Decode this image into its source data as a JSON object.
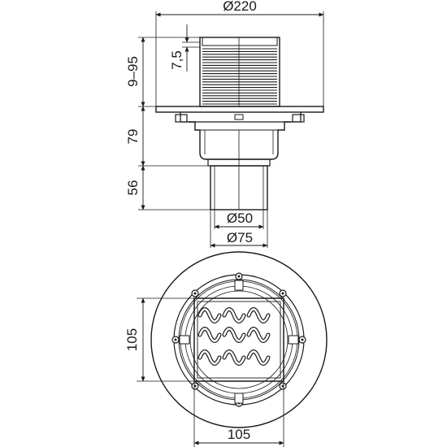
{
  "dimensions": {
    "flange_diameter": "Ø220",
    "extension_range": "9–95",
    "thread_step": "7,5",
    "body_height": "79",
    "outlet_height": "56",
    "outlet_inner_diameter": "Ø50",
    "outlet_outer_diameter": "Ø75",
    "grate_height": "105",
    "grate_width": "105"
  }
}
